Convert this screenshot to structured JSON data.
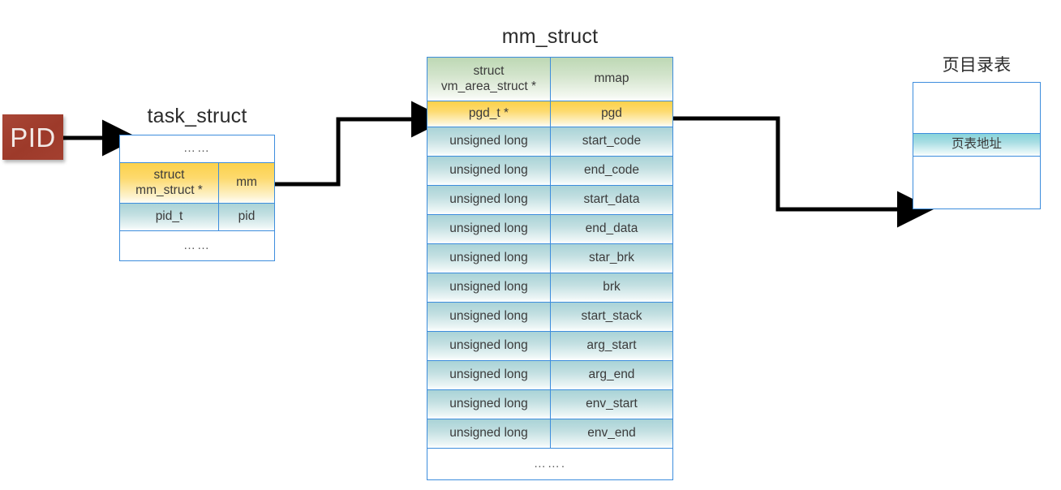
{
  "titles": {
    "task_struct": "task_struct",
    "mm_struct": "mm_struct",
    "page_directory": "页目录表"
  },
  "pid_box": {
    "label": "PID",
    "color": "#a4402f",
    "text_color": "#f2e9e6"
  },
  "task_struct_table": {
    "rows": [
      {
        "kind": "ellipsis",
        "fill": "white",
        "text": "……"
      },
      {
        "kind": "pair",
        "fill": "amber",
        "type": "struct\nmm_struct *",
        "name": "mm"
      },
      {
        "kind": "pair",
        "fill": "teal",
        "type": "pid_t",
        "name": "pid"
      },
      {
        "kind": "ellipsis",
        "fill": "white",
        "text": "……"
      }
    ]
  },
  "mm_struct_table": {
    "rows": [
      {
        "kind": "pair",
        "fill": "green",
        "type": "struct\nvm_area_struct *",
        "name": "mmap"
      },
      {
        "kind": "pair",
        "fill": "amber",
        "type": "pgd_t *",
        "name": "pgd"
      },
      {
        "kind": "pair",
        "fill": "teal",
        "type": "unsigned long",
        "name": "start_code"
      },
      {
        "kind": "pair",
        "fill": "teal",
        "type": "unsigned long",
        "name": "end_code"
      },
      {
        "kind": "pair",
        "fill": "teal",
        "type": "unsigned long",
        "name": "start_data"
      },
      {
        "kind": "pair",
        "fill": "teal",
        "type": "unsigned long",
        "name": "end_data"
      },
      {
        "kind": "pair",
        "fill": "teal",
        "type": "unsigned long",
        "name": "star_brk"
      },
      {
        "kind": "pair",
        "fill": "teal",
        "type": "unsigned long",
        "name": "brk"
      },
      {
        "kind": "pair",
        "fill": "teal",
        "type": "unsigned long",
        "name": "start_stack"
      },
      {
        "kind": "pair",
        "fill": "teal",
        "type": "unsigned long",
        "name": "arg_start"
      },
      {
        "kind": "pair",
        "fill": "teal",
        "type": "unsigned long",
        "name": "arg_end"
      },
      {
        "kind": "pair",
        "fill": "teal",
        "type": "unsigned long",
        "name": "env_start"
      },
      {
        "kind": "pair",
        "fill": "teal",
        "type": "unsigned long",
        "name": "env_end"
      },
      {
        "kind": "ellipsis",
        "fill": "white",
        "text": "……."
      }
    ]
  },
  "page_directory_table": {
    "rows": [
      {
        "kind": "blank",
        "fill": "white",
        "text": ""
      },
      {
        "kind": "single",
        "fill": "teal-r",
        "text": "页表地址"
      },
      {
        "kind": "blank",
        "fill": "white",
        "text": ""
      }
    ]
  },
  "arrows": [
    {
      "name": "pid-to-task-struct",
      "from": "PID",
      "to": "task_struct"
    },
    {
      "name": "mm-to-mm-struct",
      "from": "mm",
      "to": "pgd_t *"
    },
    {
      "name": "pgd-to-page-directory",
      "from": "pgd",
      "to": "页目录表"
    }
  ],
  "palette": {
    "border_blue": "#3d8ddd",
    "green": "#bdd8b4",
    "amber": "#fcd14b",
    "teal": "#a9d3d7",
    "teal_right": "#88d3da",
    "arrow_black": "#000000"
  }
}
